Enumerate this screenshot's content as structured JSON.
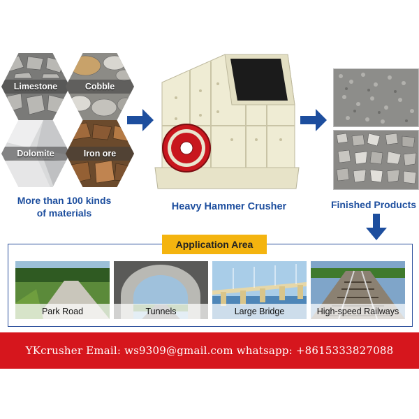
{
  "materials": {
    "items": [
      {
        "label": "Limestone"
      },
      {
        "label": "Cobble"
      },
      {
        "label": "Dolomite"
      },
      {
        "label": "Iron ore"
      }
    ],
    "caption_line1": "More than 100 kinds",
    "caption_line2": "of materials"
  },
  "machine": {
    "caption": "Heavy Hammer Crusher"
  },
  "products": {
    "caption": "Finished Products"
  },
  "application": {
    "title": "Application Area",
    "items": [
      {
        "label": "Park Road"
      },
      {
        "label": "Tunnels"
      },
      {
        "label": "Large Bridge"
      },
      {
        "label": "High-speed Railways"
      }
    ]
  },
  "footer": {
    "text": "YKcrusher Email: ws9309@gmail.com whatsapp: +8615333827088"
  },
  "colors": {
    "arrow_blue": "#1d4e9e",
    "footer_red": "#d6161d",
    "badge_yellow": "#f4b40f"
  }
}
